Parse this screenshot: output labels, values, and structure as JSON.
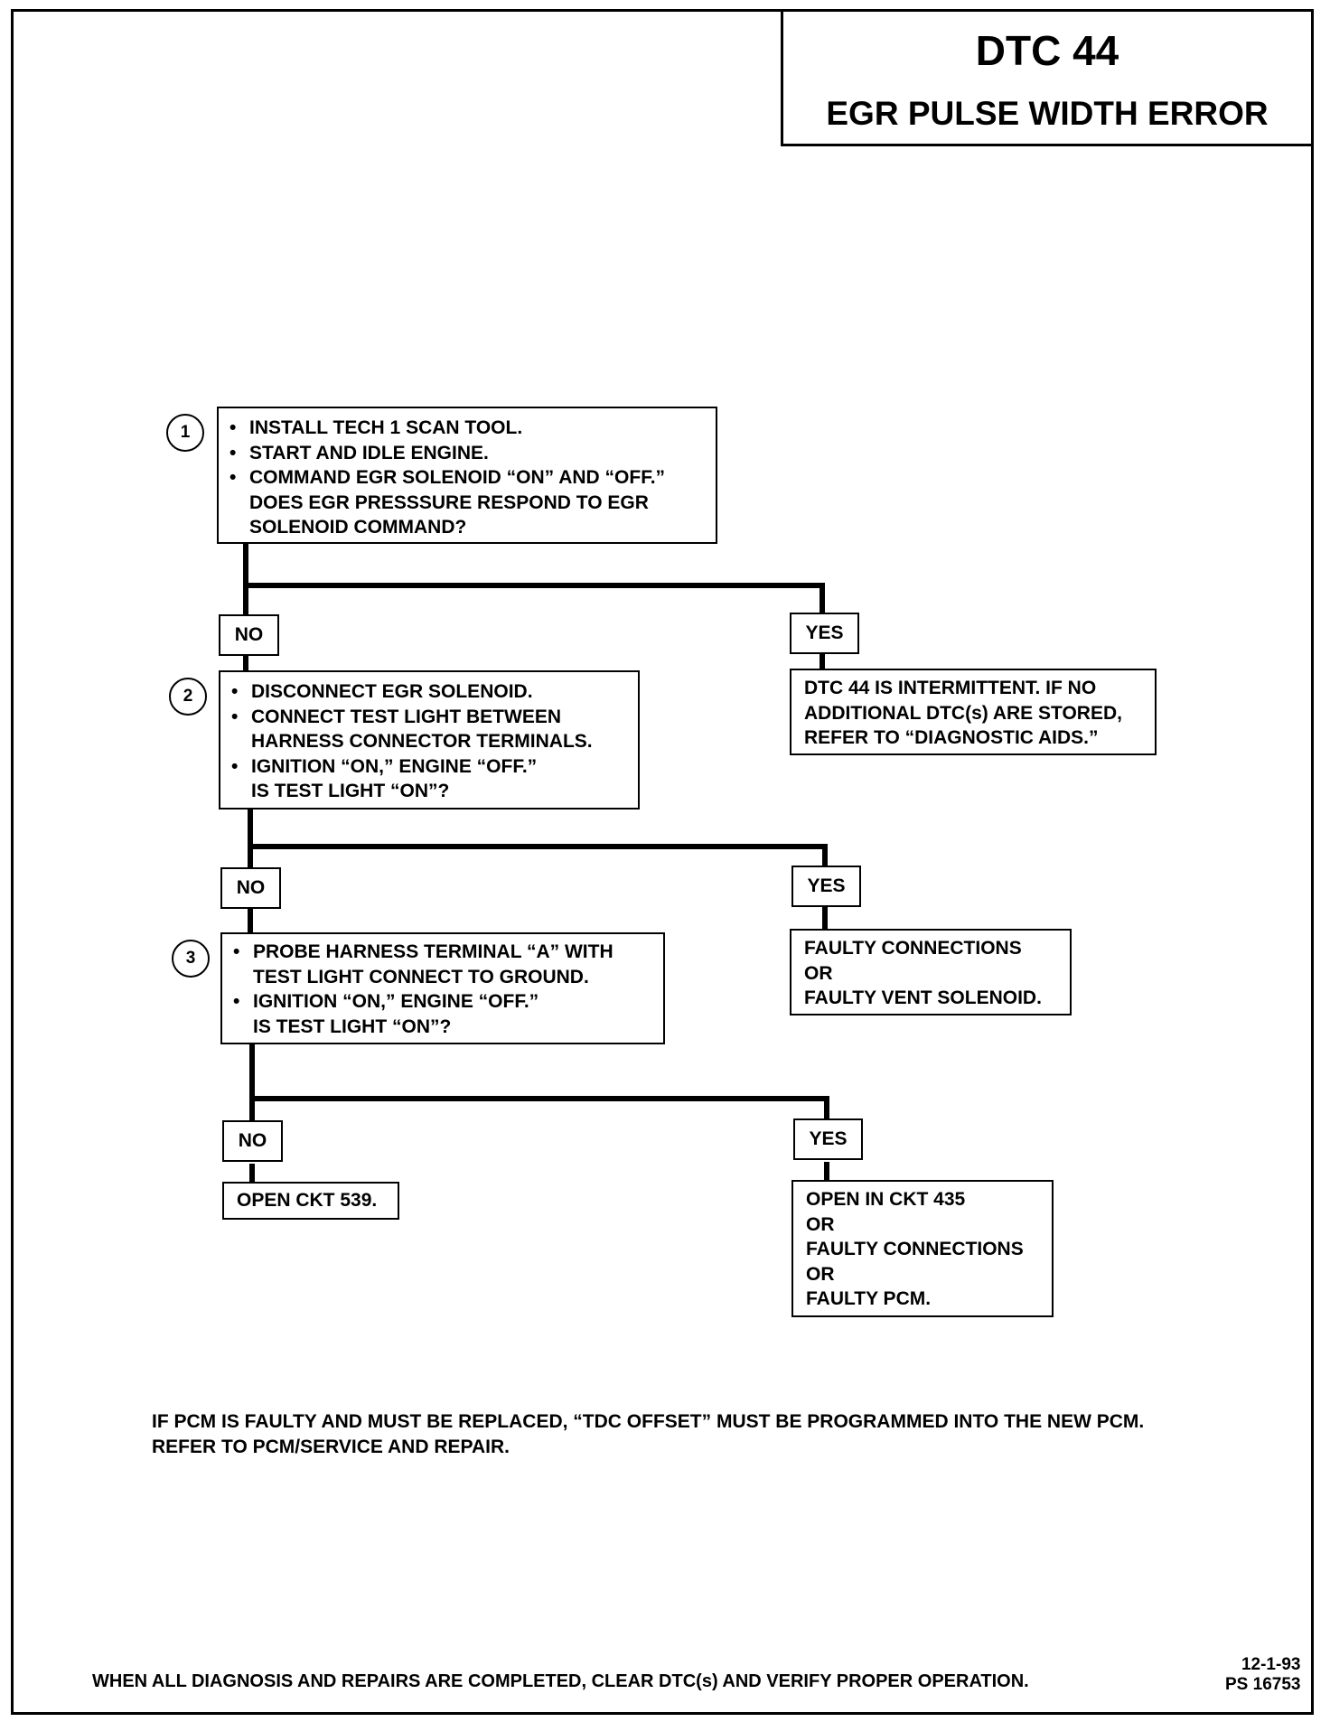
{
  "header": {
    "title": "DTC 44",
    "subtitle": "EGR PULSE WIDTH ERROR"
  },
  "steps": [
    {
      "number": "1",
      "bullets": [
        "INSTALL TECH 1 SCAN TOOL.",
        "START AND IDLE ENGINE.",
        "COMMAND EGR SOLENOID “ON” AND “OFF.”"
      ],
      "question": "DOES EGR PRESSSURE RESPOND TO EGR SOLENOID COMMAND?",
      "no_label": "NO",
      "yes_label": "YES",
      "yes_result": "DTC 44 IS INTERMITTENT.  IF NO ADDITIONAL DTC(s) ARE STORED, REFER TO “DIAGNOSTIC AIDS.”"
    },
    {
      "number": "2",
      "bullets": [
        "DISCONNECT EGR SOLENOID.",
        "CONNECT TEST LIGHT BETWEEN HARNESS CONNECTOR TERMINALS.",
        "IGNITION “ON,” ENGINE “OFF.”"
      ],
      "question": "IS TEST LIGHT “ON”?",
      "no_label": "NO",
      "yes_label": "YES",
      "yes_result": "FAULTY CONNECTIONS\nOR\nFAULTY VENT SOLENOID."
    },
    {
      "number": "3",
      "bullets": [
        "PROBE HARNESS TERMINAL “A” WITH TEST LIGHT CONNECT TO GROUND.",
        "IGNITION “ON,” ENGINE “OFF.”"
      ],
      "question": "IS TEST LIGHT “ON”?",
      "no_label": "NO",
      "yes_label": "YES",
      "no_result": "OPEN CKT 539.",
      "yes_result": "OPEN IN CKT 435\nOR\nFAULTY CONNECTIONS\nOR\nFAULTY PCM."
    }
  ],
  "note": "IF PCM IS FAULTY AND MUST BE REPLACED, “TDC OFFSET” MUST BE PROGRAMMED INTO THE NEW PCM.\nREFER TO PCM/SERVICE AND REPAIR.",
  "footer": "WHEN ALL DIAGNOSIS AND REPAIRS ARE COMPLETED, CLEAR DTC(s) AND VERIFY PROPER OPERATION.",
  "doc_code": {
    "date": "12-1-93",
    "ps": "PS 16753"
  }
}
